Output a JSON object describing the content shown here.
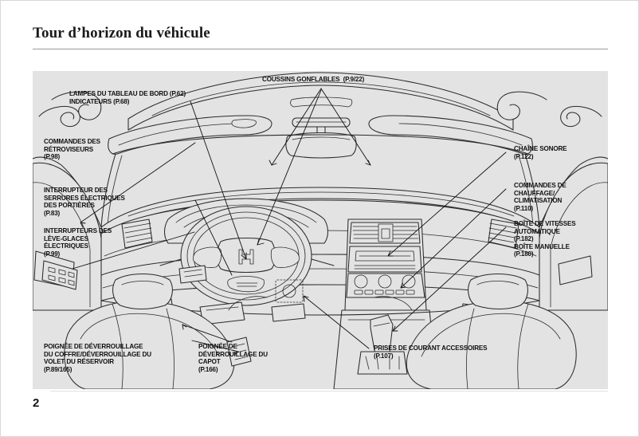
{
  "document": {
    "title": "Tour d’horizon du véhicule",
    "page_number": "2"
  },
  "illustration": {
    "name": "vehicle-interior-overview-diagram",
    "description": "Vue intérieure du véhicule (tableau de bord, sièges, console centrale)"
  },
  "callouts": {
    "airbags": "COUSSINS GONFLABLES  (P.9/22)",
    "dash_lights": "LAMPES DU TABLEAU DE BORD (P.62)\nINDICATEURS (P.68)",
    "mirror_controls": "COMMANDES DES\nRÉTROVISEURS\n(P.98)",
    "door_locks": "INTERRUPTEUR DES\nSERRURES ÉLECTRIQUES\nDES PORTIÈRES\n(P.83)",
    "power_windows": "INTERRUPTEURS DES\nLÈVE-GLACES\nÉLECTRIQUES\n(P.99)",
    "audio": "CHAÎNE SONORE\n(P.122)",
    "climate": "COMMANDES DE\nCHAUFFAGE/\nCLIMATISATION\n(P.110)",
    "transmission": "BOÎTE DE VITESSES\nAUTOMATIQUE\n(P.182)\nBOÎTE MANUELLE\n(P.180)",
    "trunk_fuel_release": "POIGNÉE DE DÉVERROUILLAGE\nDU COFFRE/DÉVERROUILLAGE DU\nVOLET DU RÉSERVOIR\n(P.89/165)",
    "hood_release": "POIGNÉE DE\nDÉVERROUILLAGE DU\nCAPOT\n(P.166)",
    "accessory_sockets": "PRISES DE COURANT ACCESSOIRES\n(P.107)"
  },
  "colors": {
    "plate_background": "#e3e3e3",
    "page_background": "#ffffff",
    "ink": "#111111",
    "line": "#2b2b2b",
    "rule": "#9a9a9a"
  }
}
